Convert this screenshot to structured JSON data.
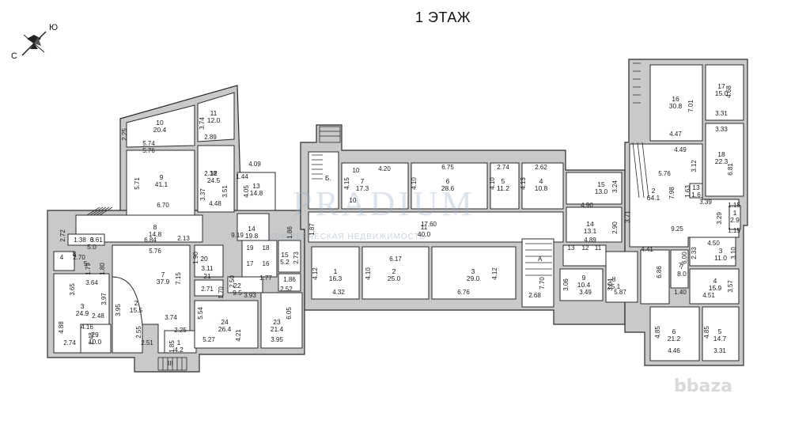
{
  "title": "1 ЭТАЖ",
  "compass": {
    "left": "С",
    "right": "Ю"
  },
  "watermark": {
    "main": "PRADIUM",
    "sub": "КОММЕРЧЕСКАЯ НЕДВИЖИМОСТЬ"
  },
  "brand": "bbaza",
  "rooms": [
    {
      "id": "10",
      "area": "20.4"
    },
    {
      "id": "11",
      "area": "12.0"
    },
    {
      "id": "9",
      "area": "41.1"
    },
    {
      "id": "12",
      "area": "24.5"
    },
    {
      "id": "13",
      "area": "14.8"
    },
    {
      "id": "14",
      "area": "19.8"
    },
    {
      "id": "8",
      "area": "14.8"
    },
    {
      "id": "6",
      "area": "5.0"
    },
    {
      "id": "7",
      "area": "37.9"
    },
    {
      "id": "2",
      "area": "15.5"
    },
    {
      "id": "3",
      "area": "24.9"
    },
    {
      "id": "29",
      "area": "10.0"
    },
    {
      "id": "1",
      "area": "4.2"
    },
    {
      "id": "24",
      "area": "26.4"
    },
    {
      "id": "23",
      "area": "21.4"
    },
    {
      "id": "22",
      "area": "9.5"
    },
    {
      "id": "15",
      "area": "5.2"
    },
    {
      "id": "20",
      "area": ""
    },
    {
      "id": "21",
      "area": ""
    },
    {
      "id": "7",
      "area": "17.3"
    },
    {
      "id": "6",
      "area": "28.6"
    },
    {
      "id": "5",
      "area": "11.2"
    },
    {
      "id": "4",
      "area": "10.8"
    },
    {
      "id": "11",
      "area": "40.0"
    },
    {
      "id": "1",
      "area": "16.3"
    },
    {
      "id": "2",
      "area": "25.0"
    },
    {
      "id": "3",
      "area": "29.0"
    },
    {
      "id": "15",
      "area": "13.0"
    },
    {
      "id": "14",
      "area": "13.1"
    },
    {
      "id": "9",
      "area": "10.4"
    },
    {
      "id": "8",
      "area": "25.1"
    },
    {
      "id": "16",
      "area": "30.8"
    },
    {
      "id": "17",
      "area": "15.0"
    },
    {
      "id": "18",
      "area": "22.3"
    },
    {
      "id": "2",
      "area": "64.1"
    },
    {
      "id": "13",
      "area": "1.6"
    },
    {
      "id": "1",
      "area": "2.9"
    },
    {
      "id": "3",
      "area": "11.0"
    },
    {
      "id": "7",
      "area": "8.0"
    },
    {
      "id": "4",
      "area": "15.9"
    },
    {
      "id": "6",
      "area": "21.2"
    },
    {
      "id": "5",
      "area": "14.7"
    }
  ],
  "labels": {
    "stair_b": "Б.",
    "stair_a": "A",
    "stair_iii": "III",
    "corridor_len": "17.60",
    "d_574": "5.74",
    "d_576": "5.76",
    "d_571": "5.71",
    "d_670": "6.70",
    "d_225": "2.25",
    "d_374": "3.74",
    "d_289": "2.89",
    "d_238": "2.38",
    "d_337": "3.37",
    "d_448": "4.48",
    "d_144": "1.44",
    "d_351": "3.51",
    "d_409": "4.09",
    "d_405": "4.05",
    "d_684": "6.84",
    "d_213": "2.13",
    "d_919": "9.19",
    "d_186a": "1.86",
    "d_186b": "1.86",
    "d_272": "2.72",
    "d_138": "1.38",
    "d_361": "3.61",
    "d_270": "2.70",
    "d_179": "1.79",
    "d_180": "1.80",
    "d_576b": "5.76",
    "d_715": "7.15",
    "d_190": "1.90",
    "d_365": "3.65",
    "d_364": "3.64",
    "d_397": "3.97",
    "d_395": "3.95",
    "d_488": "4.88",
    "d_248": "2.48",
    "d_274": "2.74",
    "d_416": "4.16",
    "d_248b": "2.48",
    "d_255": "2.55",
    "d_251": "2.51",
    "d_225b": "2.25",
    "d_185": "1.85",
    "d_374b": "3.74",
    "d_271": "2.71",
    "d_311": "3.11",
    "d_250": "2.50",
    "d_170": "1.70",
    "d_393": "3.93",
    "d_252": "2.52",
    "d_554": "5.54",
    "d_421": "4.21",
    "d_527": "5.27",
    "d_605": "6.05",
    "d_395b": "3.95",
    "d_177": "1.77",
    "d_273": "2.73",
    "d_420": "4.20",
    "d_415": "4.15",
    "d_410": "4.10",
    "d_675": "6.75",
    "d_274b": "2.74",
    "d_262": "2.62",
    "d_410b": "4.10",
    "d_413": "4.13",
    "d_187": "1.87",
    "d_412": "4.12",
    "d_432": "4.32",
    "d_410c": "4.10",
    "d_617": "6.17",
    "d_676": "6.76",
    "d_412b": "4.12",
    "d_770": "7.70",
    "d_268": "2.68",
    "d_490": "4.90",
    "d_324": "3.24",
    "d_489": "4.89",
    "d_290": "2.90",
    "d_371": "3.71",
    "d_306": "3.06",
    "d_349": "3.49",
    "d_304": "3.04",
    "d_587": "5.87",
    "d_441": "4.41",
    "d_686": "6.86",
    "d_701": "7.01",
    "d_447": "4.47",
    "d_449": "4.49",
    "d_331": "3.31",
    "d_468": "4.68",
    "d_333": "3.33",
    "d_312": "3.12",
    "d_681": "6.81",
    "d_576c": "5.76",
    "d_798": "7.98",
    "d_163": "1.63",
    "d_339": "3.39",
    "d_329": "3.29",
    "d_115": "1.15",
    "d_115b": "1.15",
    "d_925": "9.25",
    "d_450": "4.50",
    "d_233": "2.33",
    "d_310": "3.10",
    "d_600": "6.00",
    "d_140": "1.40",
    "d_357": "3.57",
    "d_451": "4.51",
    "d_485": "4.85",
    "d_446": "4.46",
    "d_485b": "4.85",
    "d_331b": "3.31",
    "d_10a": "10",
    "d_10b": "10",
    "d_13": "13",
    "d_12": "12",
    "d_11": "11",
    "d_19": "19",
    "d_18": "18",
    "d_17": "17",
    "d_16": "16",
    "d_7": "7",
    "d_8": "8",
    "d_4": "4",
    "d_5": "5"
  }
}
